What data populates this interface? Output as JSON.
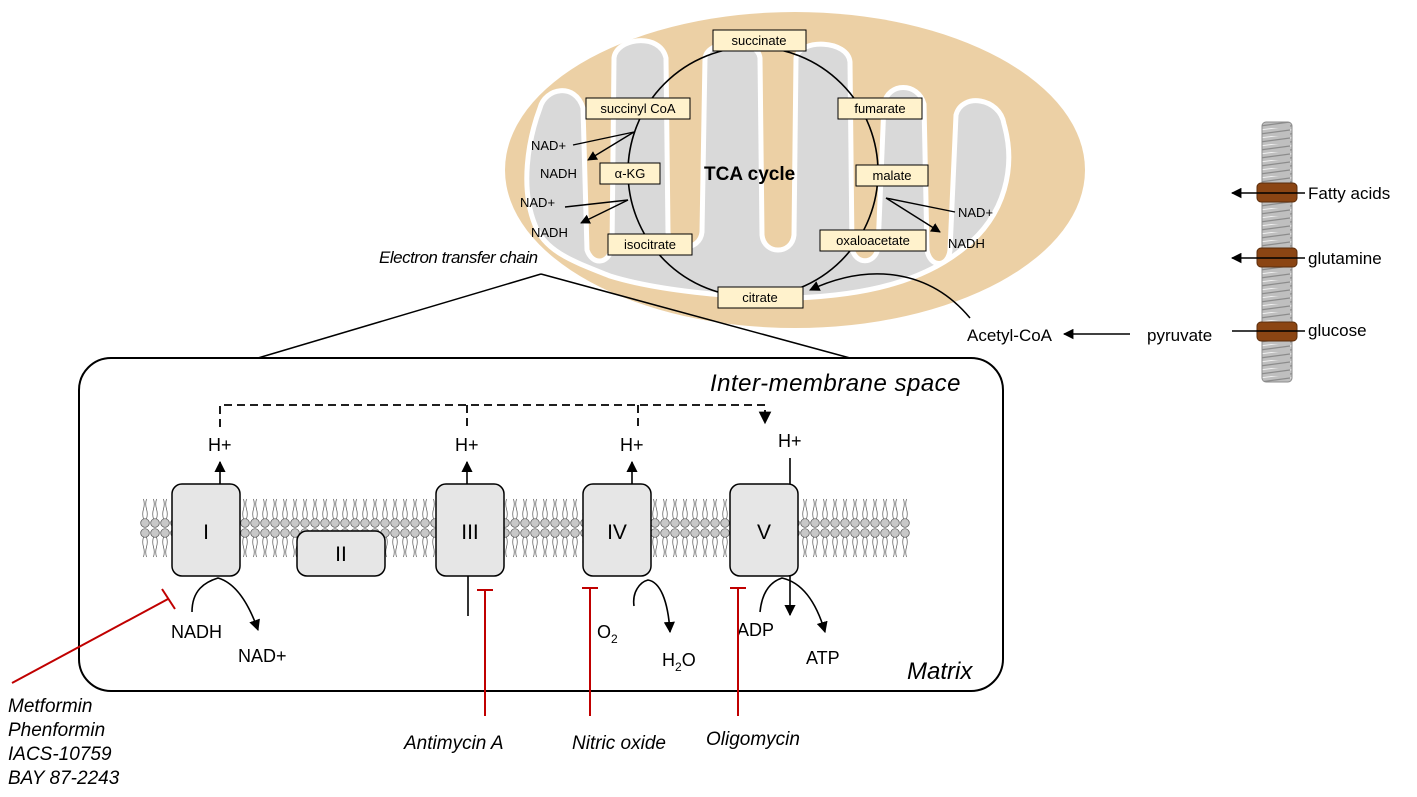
{
  "tca": {
    "title": "TCA cycle",
    "metabolites": {
      "succinate": "succinate",
      "succinyl_coa": "succinyl CoA",
      "fumarate": "fumarate",
      "akg": "α-KG",
      "malate": "malate",
      "isocitrate": "isocitrate",
      "oxaloacetate": "oxaloacetate",
      "citrate": "citrate"
    },
    "cofactors": {
      "nad_1": "NAD+",
      "nadh_1": "NADH",
      "nad_2": "NAD+",
      "nadh_2": "NADH",
      "nad_3": "NAD+",
      "nadh_3": "NADH"
    }
  },
  "etc_label": "Electron transfer chain",
  "uptake": {
    "fatty_acids": "Fatty acids",
    "glutamine": "glutamine",
    "glucose": "glucose",
    "pyruvate": "pyruvate",
    "acetyl_coa": "Acetyl-CoA"
  },
  "chain": {
    "intermembrane": "Inter-membrane space",
    "matrix": "Matrix",
    "complexes": [
      "I",
      "II",
      "III",
      "IV",
      "V"
    ],
    "protons": [
      "H+",
      "H+",
      "H+",
      "H+"
    ],
    "nadh": "NADH",
    "nad_plus": "NAD+",
    "o2": "O",
    "o2_sub": "2",
    "h2o_h": "H",
    "h2o_sub": "2",
    "h2o_o": "O",
    "adp": "ADP",
    "atp": "ATP"
  },
  "inhibitors": {
    "complex_i": [
      "Metformin",
      "Phenformin",
      "IACS-10759",
      "BAY 87-2243"
    ],
    "complex_iii": "Antimycin A",
    "complex_iv": "Nitric oxide",
    "complex_v": "Oligomycin"
  },
  "colors": {
    "outer_membrane": "#ecd0a5",
    "inner_folds": "#d9d9d9",
    "label_box": "#fff2cc",
    "membrane_channel": "#8b4513",
    "inhibitor": "#c00000",
    "complex_fill": "#e6e6e6"
  }
}
